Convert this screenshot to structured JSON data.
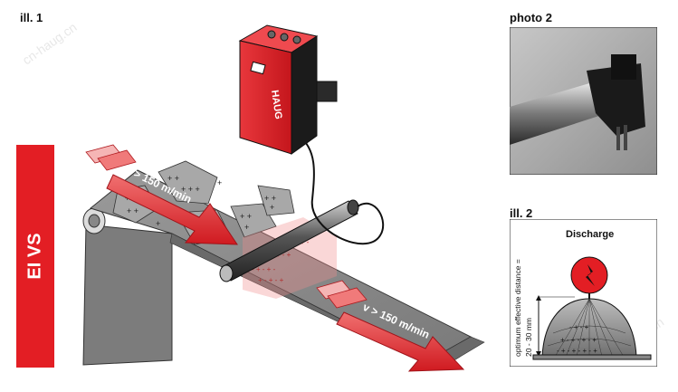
{
  "labels": {
    "ill1": "ill. 1",
    "photo2": "photo 2",
    "ill2": "ill. 2",
    "side_tab": "EI VS"
  },
  "arrows": {
    "speed_top": "v > 150 m/min",
    "speed_bottom": "v > 150 m/min"
  },
  "device": {
    "brand": "HAUG"
  },
  "discharge": {
    "title": "Discharge",
    "axis_label": "optimum effective distance =",
    "range": "20 - 30 mm"
  },
  "watermark": "cn-haug.cn",
  "colors": {
    "brand_red": "#e31e24",
    "web_gray": "#8e8e8e"
  }
}
